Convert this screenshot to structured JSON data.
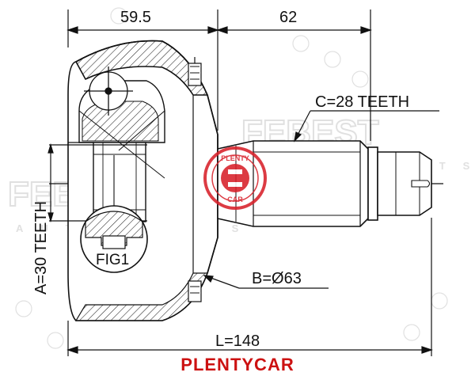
{
  "dimensions": {
    "left_width": "59.5",
    "right_width": "62",
    "spline_c": "C=28 TEETH",
    "spline_a": "A=30 TEETH",
    "diameter_b": "B=Ø63",
    "length_l": "L=148"
  },
  "figure_label": "FIG1",
  "brand_name": "PLENTYCAR",
  "stamp": {
    "top_text": "PLENTY",
    "bottom_text": "CAR"
  },
  "watermark": {
    "main": "FEBEST",
    "sub": "AUTO PARTS"
  },
  "colors": {
    "line": "#111111",
    "brand": "#cc1111",
    "stamp": "#d8202a",
    "watermark": "#c8c8c8"
  }
}
